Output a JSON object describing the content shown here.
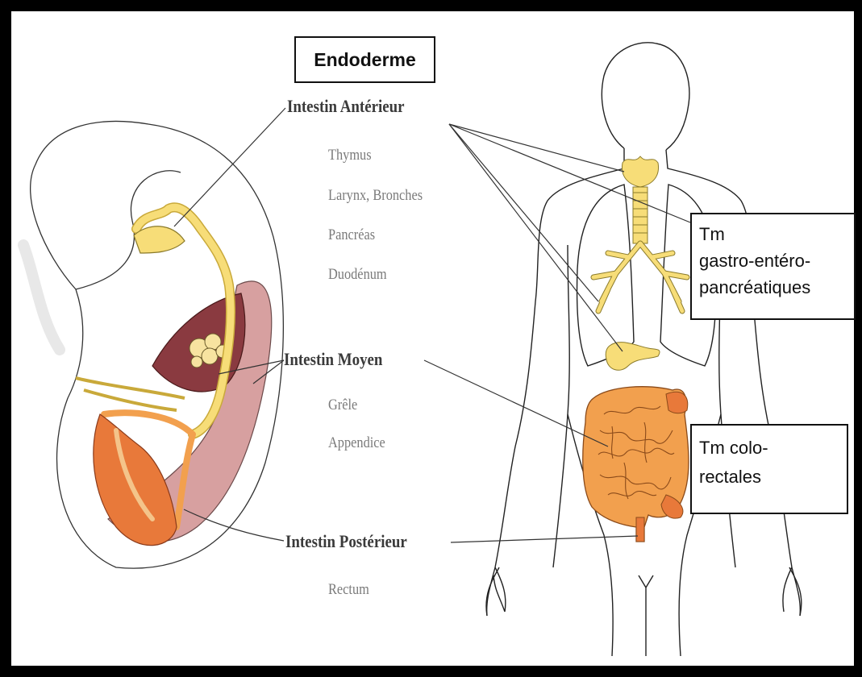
{
  "title": "Endoderme",
  "sections": [
    {
      "heading": "Intestin Antérieur",
      "items": [
        "Thymus",
        "Larynx, Bronches",
        "Pancréas",
        "Duodénum"
      ]
    },
    {
      "heading": "Intestin Moyen",
      "items": [
        "Grêle",
        "Appendice"
      ]
    },
    {
      "heading": "Intestin Postérieur",
      "items": [
        "Rectum"
      ]
    }
  ],
  "tumor_boxes": {
    "gastro": [
      "Tm",
      "gastro-entéro-",
      "pancréatiques"
    ],
    "colo": [
      "Tm colo-",
      "rectales"
    ]
  },
  "colors": {
    "organ_yellow": "#f7dd78",
    "intestine_orange": "#f2a04e",
    "hindgut_orange": "#e8793a",
    "wall_pink": "#d7a0a0",
    "liver_brown": "#8a3a40"
  }
}
